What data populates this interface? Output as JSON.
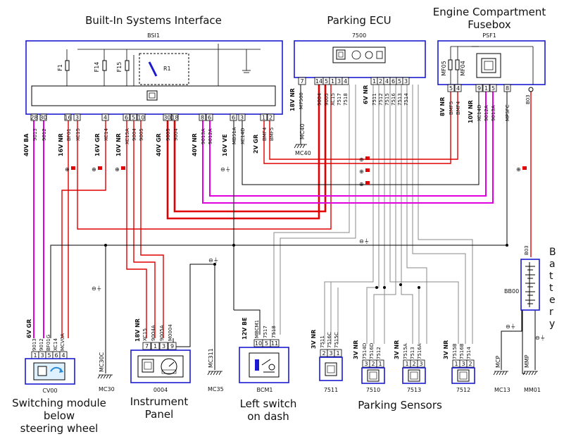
{
  "components": {
    "bsi": {
      "title": "Built-In Systems Interface",
      "code": "BSI1",
      "fuses": [
        "F1",
        "F14",
        "F15"
      ],
      "relay": "R1"
    },
    "parking_ecu": {
      "title": "Parking ECU",
      "code": "7500"
    },
    "psf": {
      "title_line1": "Engine Compartment",
      "title_line2": "Fusebox",
      "code": "PSF1",
      "fuses": [
        "MF05",
        "MF04"
      ]
    },
    "cv00": {
      "code": "CV00",
      "label_line1": "Switching module",
      "label_line2": "below",
      "label_line3": "steering wheel"
    },
    "panel": {
      "code": "0004",
      "label_line1": "Instrument",
      "label_line2": "Panel"
    },
    "bcm1": {
      "code": "BCM1",
      "label_line1": "Left switch",
      "label_line2": "on dash"
    },
    "sensors": {
      "label": "Parking Sensors",
      "codes": [
        "7511",
        "7510",
        "7513",
        "7512"
      ]
    },
    "battery": {
      "code": "BB00",
      "label": [
        "B",
        "a",
        "t",
        "t",
        "e",
        "r",
        "y"
      ]
    }
  },
  "connectors": {
    "bsi_left": {
      "cond": "40V BA",
      "pins": [
        "28",
        "30"
      ],
      "wires": [
        "9013",
        "9012"
      ]
    },
    "bsi_a": {
      "cond": "16V NR",
      "pins": [
        "16",
        "3"
      ],
      "wires": [
        "BF01",
        "XC15"
      ]
    },
    "bsi_b": {
      "cond": "16V GR",
      "pins": [
        "4"
      ],
      "wires": [
        "XC14"
      ]
    },
    "bsi_c": {
      "cond": "10V NR",
      "pins": [
        "6",
        "5",
        "10"
      ],
      "wires": [
        "XC15A",
        "9004",
        "9005"
      ]
    },
    "bsi_d": {
      "cond": "40V GR",
      "pins": [
        "30",
        "18"
      ],
      "wires": [
        "9005",
        "9004"
      ]
    },
    "bsi_e": {
      "cond": "40V NR",
      "pins": [
        "8",
        "6"
      ],
      "wires": [
        "9013A",
        "9012A"
      ]
    },
    "bsi_f": {
      "cond": "16V VE",
      "pins": [
        "6",
        "3"
      ],
      "wires": [
        "MB51A",
        "XC14D"
      ]
    },
    "bsi_g": {
      "cond": "2V GR",
      "pins": [
        "1",
        "2"
      ],
      "wires": [
        "BMF4",
        "BMF5"
      ]
    },
    "ecu_left": {
      "cond": "18V NR",
      "pins": [
        "7"
      ],
      "wires": [
        "M7500"
      ]
    },
    "ecu_mid": {
      "pins": [
        "14",
        "5",
        "1",
        "3",
        "4"
      ],
      "wires": [
        "9004",
        "9005",
        "XC15",
        "7517",
        "7518"
      ]
    },
    "ecu_right": {
      "cond": "6V NR",
      "pins": [
        "1",
        "2",
        "4",
        "6",
        "5",
        "3"
      ],
      "wires": [
        "7511",
        "7512",
        "7515",
        "7516",
        "7513",
        "7514"
      ]
    },
    "psf_a": {
      "cond": "8V NR",
      "pins": [
        "5",
        "4"
      ],
      "wires": [
        "BMF5",
        "BMF4"
      ]
    },
    "psf_b": {
      "cond": "10V NR",
      "pins": [
        "9",
        "1",
        "5",
        "8"
      ],
      "wires": [
        "XC14D",
        "9012A",
        "9013A",
        "MPSFC"
      ]
    },
    "psf_c": {
      "wires": [
        "B03"
      ]
    },
    "cv00": {
      "cond": "6V GR",
      "pins": [
        "1",
        "3",
        "5",
        "6",
        "4"
      ],
      "wires": [
        "9013",
        "9012",
        "BF01G",
        "XC14",
        "MCV0A"
      ]
    },
    "panel": {
      "cond": "18V NR",
      "pins": [
        "7",
        "1",
        "3",
        "9"
      ],
      "wires": [
        "XC15",
        "9004A",
        "9005A",
        "M0004"
      ]
    },
    "bcm1": {
      "cond": "12V BE",
      "pins": [
        "10",
        "5",
        "11"
      ],
      "wires": [
        "MBCM1",
        "7517",
        "7518"
      ]
    },
    "s7511": {
      "cond": "3V NR",
      "pins": [
        "2",
        "3",
        "1"
      ],
      "wires": [
        "7511",
        "7516C",
        "7515C"
      ]
    },
    "s7510": {
      "cond": "3V NR",
      "pins": [
        "3",
        "2",
        "1"
      ],
      "wires": [
        "7514D",
        "7516D",
        "7512"
      ]
    },
    "s7513": {
      "cond": "3V NR",
      "pins": [
        "1",
        "2",
        "3"
      ],
      "wires": [
        "7515A",
        "7513",
        "7516A"
      ]
    },
    "s7512": {
      "cond": "3V NR",
      "pins": [
        "1",
        "3",
        "2"
      ],
      "wires": [
        "7515B",
        "7516B",
        "7514"
      ]
    },
    "battery": {
      "wires": [
        "B03"
      ]
    }
  },
  "grounds": {
    "mc40": "MC40",
    "mc30c": "MC30C",
    "mc30": "MC30",
    "mc311": "MC311",
    "mc35": "MC35",
    "mcp": "MCP",
    "mc13": "MC13",
    "mmp": "MMP",
    "mm01": "MM01"
  },
  "symbols": {
    "fuse_plus": "⊕",
    "ground": "⊖⏚"
  },
  "colors": {
    "component_border": "#1a1ad0",
    "wire_red": "#e00000",
    "wire_magenta": "#e000e0",
    "wire_gray": "#888888",
    "wire_black": "#000000"
  }
}
